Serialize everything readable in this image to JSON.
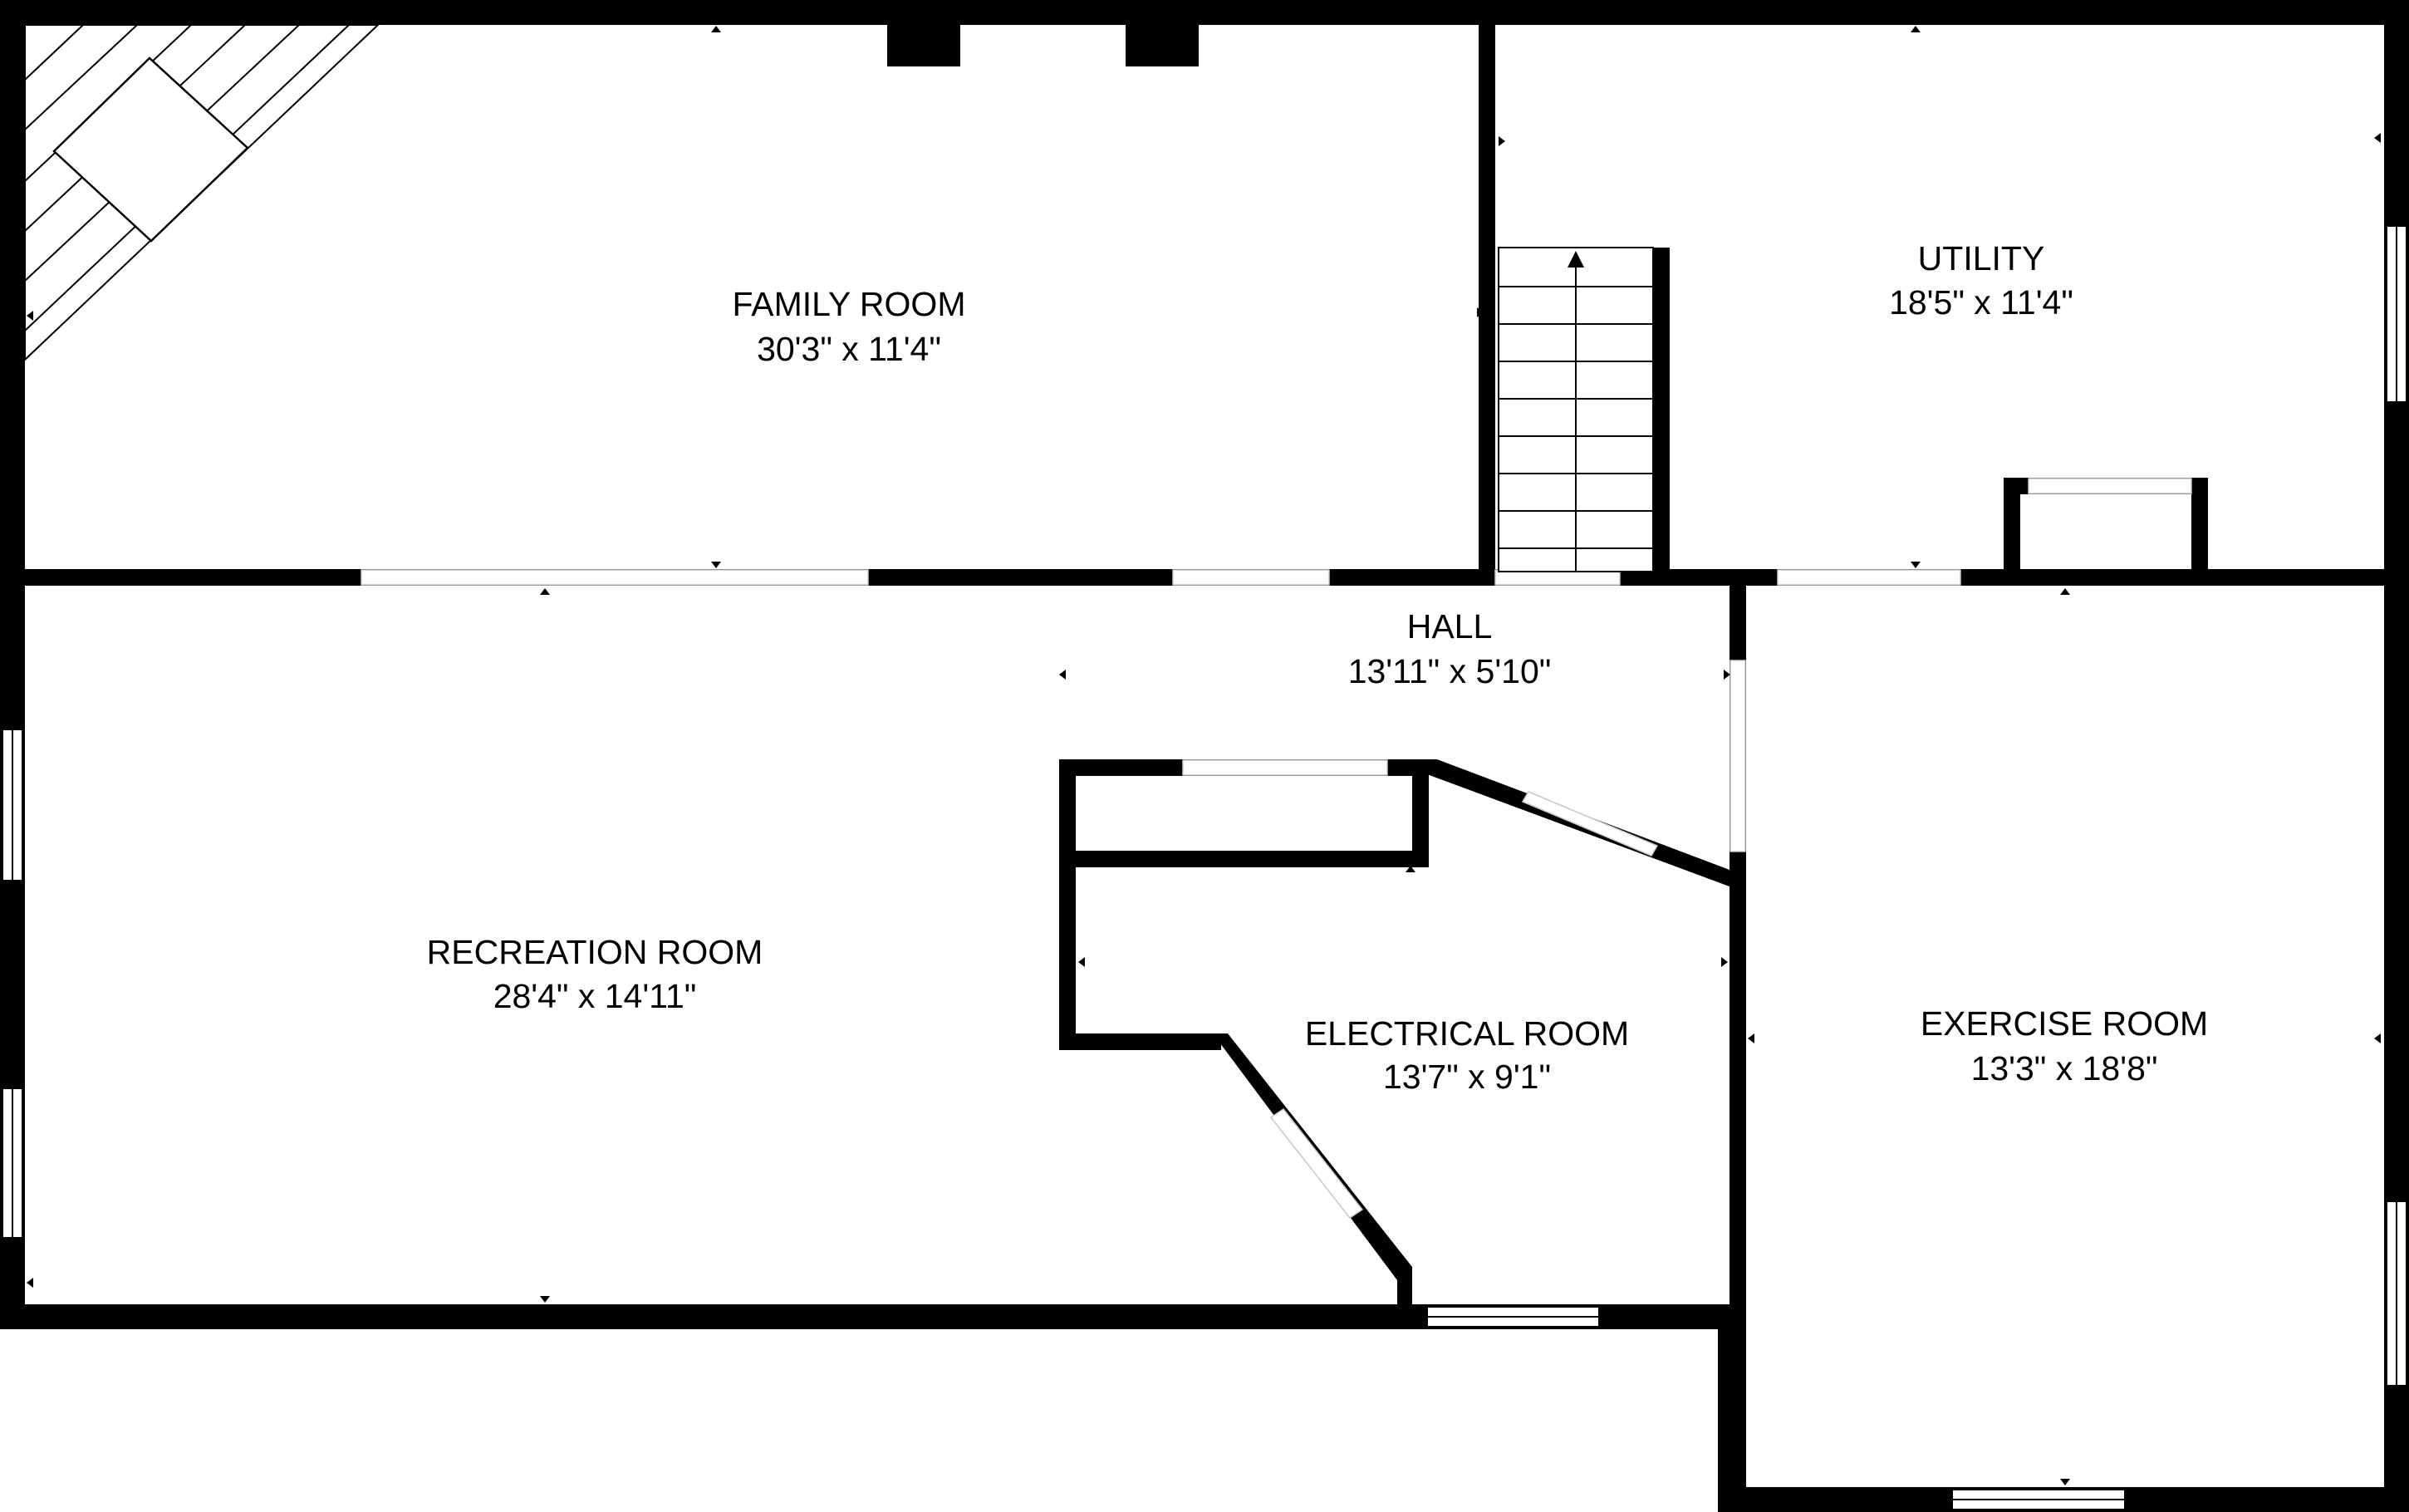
{
  "rooms": {
    "family_room": {
      "name": "FAMILY ROOM",
      "dims": "30'3\" x 11'4\""
    },
    "utility": {
      "name": "UTILITY",
      "dims": "18'5\" x 11'4\""
    },
    "hall": {
      "name": "HALL",
      "dims": "13'11\" x 5'10\""
    },
    "recreation_room": {
      "name": "RECREATION ROOM",
      "dims": "28'4\" x 14'11\""
    },
    "electrical_room": {
      "name": "ELECTRICAL ROOM",
      "dims": "13'7\" x 9'1\""
    },
    "exercise_room": {
      "name": "EXERCISE ROOM",
      "dims": "13'3\" x 18'8\""
    }
  },
  "colors": {
    "wall": "#000000",
    "background": "#ffffff"
  }
}
